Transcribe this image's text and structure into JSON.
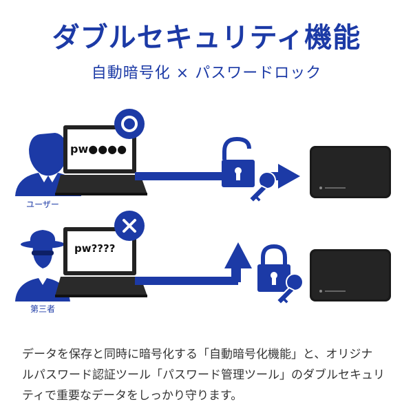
{
  "title": "ダブルセキュリティ機能",
  "subtitle": "自動暗号化 × パスワードロック",
  "scenarios": [
    {
      "actor_label": "ユーザー",
      "password_text": "pw●●●●",
      "result_icon": "circle-ok-icon"
    },
    {
      "actor_label": "第三者",
      "password_text": "pw????",
      "result_icon": "x-icon"
    }
  ],
  "description_lines": [
    "データを保存と同時に暗号化する「自動暗号化機能」と、オリジナ",
    "ルパスワード認証ツール「パスワード管理ツール」のダブルセキュリ",
    "ティで重要なデータをしっかり守ります。"
  ],
  "colors": {
    "brand_blue": "#1c3aa6",
    "drive_black": "#1a1a1a",
    "laptop_dark": "#222222"
  }
}
